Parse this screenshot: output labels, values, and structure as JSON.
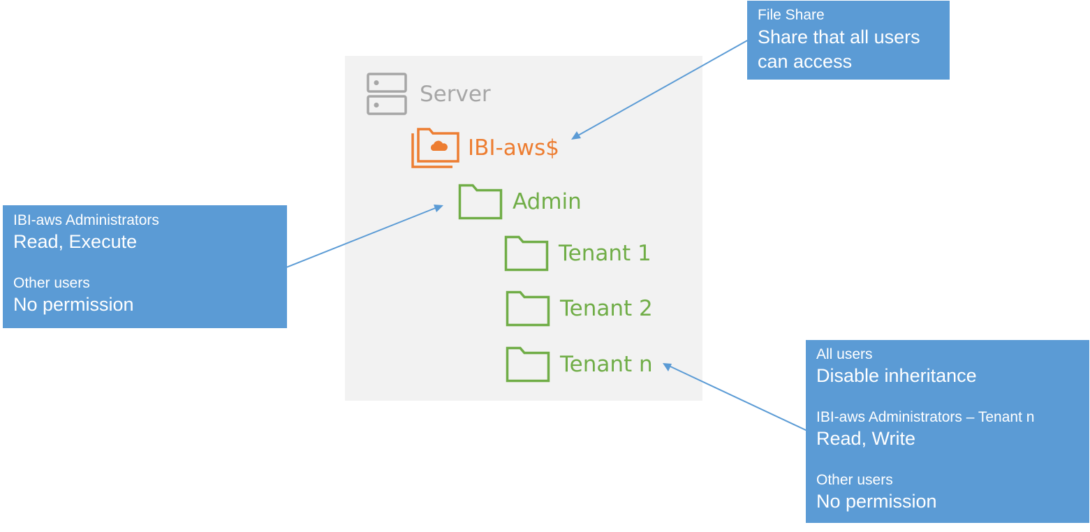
{
  "tree": {
    "server": {
      "label": "Server",
      "icon": "server-icon"
    },
    "share": {
      "label": "IBI-aws$",
      "icon": "cloud-folder-icon"
    },
    "admin": {
      "label": "Admin",
      "icon": "folder-icon"
    },
    "tenants": [
      {
        "label": "Tenant 1",
        "icon": "folder-icon"
      },
      {
        "label": "Tenant 2",
        "icon": "folder-icon"
      },
      {
        "label": "Tenant n",
        "icon": "folder-icon"
      }
    ]
  },
  "callouts": {
    "file_share": {
      "title": "File Share",
      "line1": "Share that all users",
      "line2": "can access"
    },
    "admin_permissions": {
      "group1_title": "IBI-aws Administrators",
      "group1_perm": "Read, Execute",
      "group2_title": "Other users",
      "group2_perm": "No permission"
    },
    "tenant_permissions": {
      "group1_title": "All users",
      "group1_perm": "Disable inheritance",
      "group2_title": "IBI-aws Administrators – Tenant n",
      "group2_perm": "Read, Write",
      "group3_title": "Other users",
      "group3_perm": "No permission"
    }
  },
  "colors": {
    "panel": "#f2f2f2",
    "callout": "#5b9bd5",
    "arrow": "#5b9bd5",
    "server": "#a6a6a6",
    "share": "#ed7d31",
    "folder": "#70ad47"
  }
}
